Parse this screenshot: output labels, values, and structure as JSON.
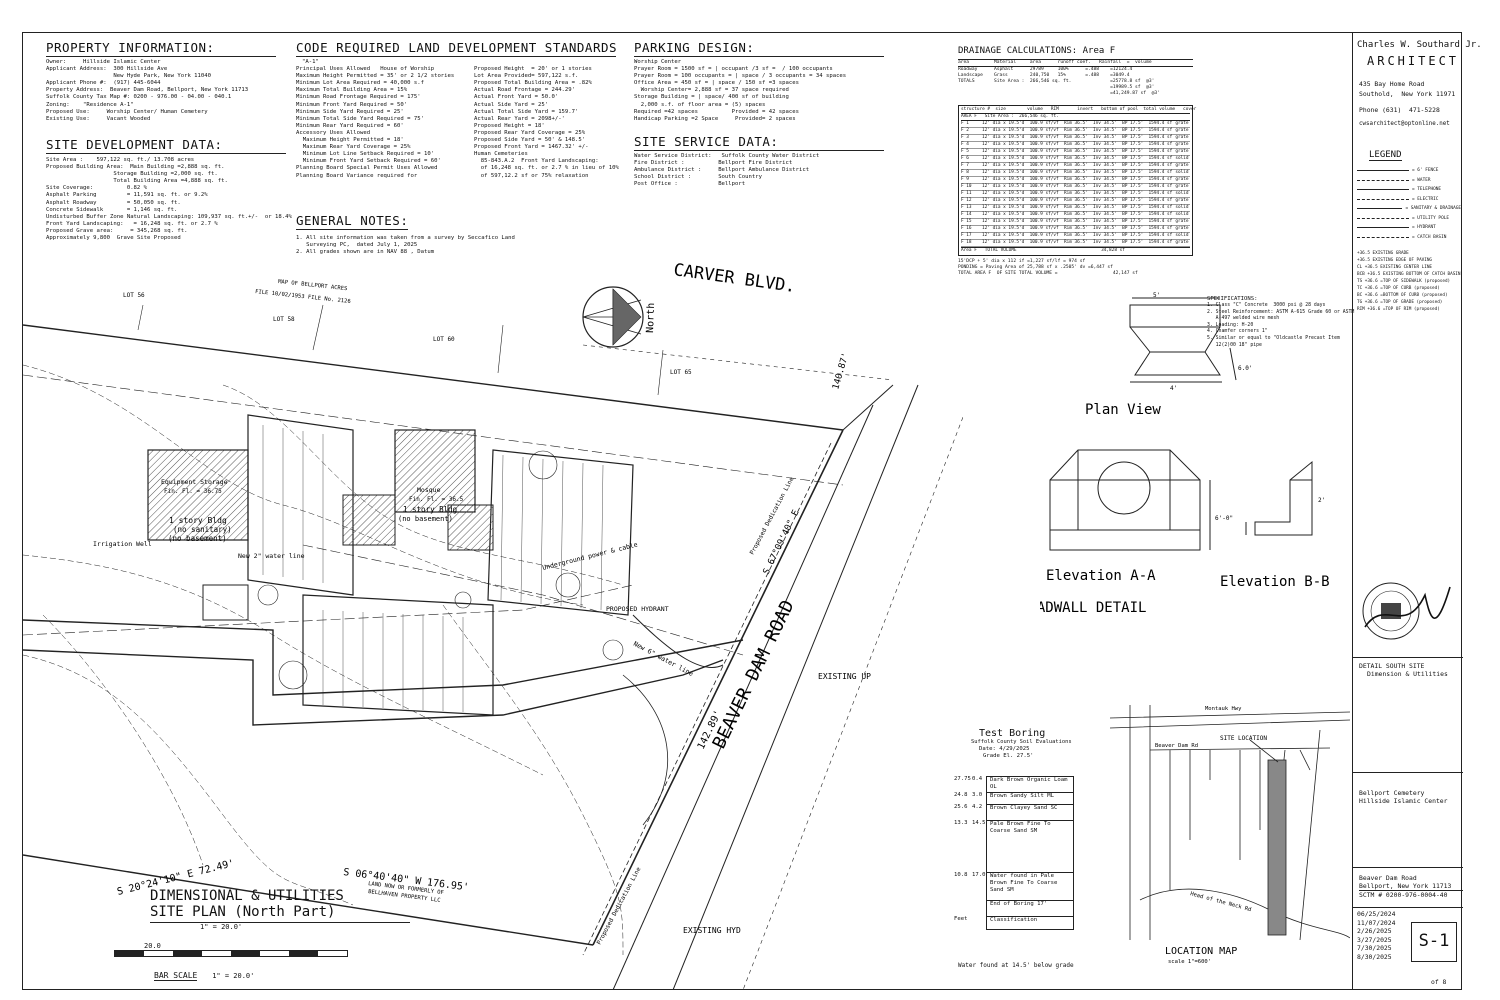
{
  "property": {
    "title": "PROPERTY INFORMATION:",
    "lines": [
      "Owner:     Hillside Islamic Center",
      "Applicant Address:  300 Hillside Ave",
      "                    New Hyde Park, New York 11040",
      "Applicant Phone #:  (917) 445-6044",
      "Property Address:  Beaver Dam Road, Bellport, New York 11713",
      "Suffolk County Tax Map #: 0200 - 976.00 - 04.00 - 040.1",
      "Zoning:    \"Residence A-1\"",
      "Proposed Use:     Worship Center/ Human Cemetery",
      "Existing Use:     Vacant Wooded"
    ]
  },
  "site_dev": {
    "title": "SITE DEVELOPMENT DATA:",
    "lines": [
      "Site Area :    597,122 sq. ft./ 13.708 acres",
      "Proposed Building Area:  Main Building =2,888 sq. ft.",
      "                    Storage Building =2,000 sq. ft.",
      "                    Total Building Area =4,888 sq. ft.",
      "Site Coverage:          0.82 %",
      "Asphalt Parking         = 11,591 sq. ft. or 9.2%",
      "Asphalt Roadway         = 50,050 sq. ft.",
      "Concrete Sidewalk       = 1,146 sq. ft.",
      "Undisturbed Buffer Zone Natural Landscaping: 109,937 sq. ft.+/-  or 18.4%",
      "Front Yard Landscaping:   = 16,248 sq. ft. or 2.7 %",
      "Proposed Grave area:     = 345,268 sq. ft.",
      "Approximately 9,800  Grave Site Proposed"
    ]
  },
  "code": {
    "title": "CODE REQUIRED LAND DEVELOPMENT STANDARDS",
    "zone": "\"A-1\"",
    "left": [
      "Principal Uses Allowed   House of Worship",
      "Maximum Height Permitted = 35' or 2 1/2 stories",
      "Minimum Lot Area Required = 40,000 s.f",
      "Maximum Total Building Area = 15%",
      "Minimum Road Frontage Required = 175'",
      "Minimum Front Yard Required = 50'",
      "Minimum Side Yard Required = 25'",
      "Minimum Total Side Yard Required = 75'",
      "Minimum Rear Yard Required = 60'",
      "Accessory Uses Allowed",
      "  Maximum Height Permitted = 18'",
      "  Maximum Rear Yard Coverage = 25%",
      "  Minimum Lot Line Setback Required = 10'",
      "  Minimum Front Yard Setback Required = 60'",
      "Planning Board Special Permit Uses Allowed",
      "Planning Board Variance required for"
    ],
    "right": [
      "",
      "Proposed Height  = 20' or 1 stories",
      "Lot Area Provided= 597,122 s.f.",
      "Proposed Total Building Area = .82%",
      "Actual Road Frontage = 244.29'",
      "Actual Front Yard = 50.0'",
      "Actual Side Yard = 25'",
      "Actual Total Side Yard = 159.7'",
      "Actual Rear Yard = 2098+/-'",
      "",
      "Proposed Height = 18'",
      "Proposed Rear Yard Coverage = 25%",
      "Proposed Side Yard = 50' & 148.5'",
      "Proposed Front Yard = 1467.32' +/-",
      "Human Cemeteries",
      "  85-843.A.2  Front Yard Landscaping:",
      "  of 16,248 sq. ft. or 2.7 % in lieu of 10%",
      "  of 597,12.2 sf or 75% relaxation"
    ]
  },
  "general": {
    "title": "GENERAL NOTES:",
    "lines": [
      "1. All site information was taken from a survey by Seccafico Land",
      "   Surveying PC,  dated July 1, 2025",
      "2. All grades shown are in NAV 88 , Datum"
    ]
  },
  "parking": {
    "title": "PARKING DESIGN:",
    "lines": [
      "Worship Center",
      "Prayer Room = 1500 sf = | occupant /3 sf =  / 100 occupants",
      "Prayer Room = 100 occupants = | space / 3 occupants = 34 spaces",
      "Office Area = 450 sf = | space / 150 sf =3 spaces",
      "  Worship Center= 2,888 sf = 37 space required",
      "Storage Building = | space/ 400 sf of building",
      "  2,000 s.f. of floor area = (5) spaces",
      "Required =42 spaces          Provided = 42 spaces",
      "Handicap Parking =2 Space     Provided= 2 spaces"
    ]
  },
  "service": {
    "title": "SITE SERVICE DATA:",
    "lines": [
      "Water Service District:   Suffolk County Water District",
      "Fire District :          Bellport Fire District",
      "Ambulance District :     Bellport Ambulance District",
      "School District :        South Country",
      "Post Office :            Bellport"
    ]
  },
  "drainage": {
    "title": "DRAINAGE CALCULATIONS: Area F",
    "head": "area         Material     area      runoff coef.   Rainfall  =  volume",
    "rows": [
      "Roadway      Asphalt      29789     100%      =.488    =12124.4",
      "Landscape    Grass        240,750   15%       =.488    =3049.4",
      "TOTALS       Site Area :  266,546 sq. ft.              =25778.8 sf  @3'",
      "                                                       =19989.5 sf  @3'",
      "                                                       =41,249.87 sf  @3'"
    ],
    "table_head": "structure #  size        volume   RIM       invert   bottom of pool  total volume   cover",
    "table_sub": "AREA F   Site Area :  266,546 sq. ft.",
    "structures": [
      "F 1",
      "F 2",
      "F 3",
      "F 4",
      "F 5",
      "F 6",
      "F 7",
      "F 8",
      "F 9",
      "F 10",
      "F 11",
      "F 12",
      "F 13",
      "F 14",
      "F 15",
      "F 16",
      "F 17",
      "F 18"
    ],
    "cell": "12' dia x 19.5'd  100.9 sf/vf  Rim 36.5'  Inv 34.5'  BP 17.5'  1594.4 sf",
    "covers": [
      "grate",
      "grate",
      "grate",
      "grate",
      "grate",
      "solid",
      "grate",
      "solid",
      "grate",
      "grate",
      "solid",
      "grate",
      "solid",
      "solid",
      "grate",
      "grate",
      "solid",
      "grate"
    ],
    "total": "Area F   TOTAL VOLUME                                34,828 sf",
    "footer": [
      "15'DCP + 5' dia x 112 if =1,227 sf/lf = 974 sf",
      "PONDING = Paving Area of 25,788 sf x .2505' dv =6,447 sf",
      "TOTAL AREA F  OF SITE TOTAL VOLUME =                    42,147 sf"
    ]
  },
  "specs": {
    "title": "SPECIFICATIONS:",
    "lines": [
      "1. Class \"C\" Concrete  3000 psi @ 28 days",
      "2. Steel Reinforcement: ASTM A-615 Grade 60 or ASTM",
      "   A-497 welded wire mesh",
      "3. Loading: H-20",
      "4. Chamfer corners 1\"",
      "5. Similar or equal to \"Oldcastle Precast Item",
      "   12(2)00 18\" pipe"
    ]
  },
  "headwall": {
    "plan": "Plan View",
    "elev_a": "Elevation A-A",
    "elev_b": "Elevation B-B",
    "title": "HEADWALL DETAIL",
    "dim_top": "5'",
    "dim_bottom": "4'",
    "dim_side": "6.0'",
    "dim_right": "2'",
    "dim_height": "6'-0\""
  },
  "legend": {
    "title": "LEGEND",
    "items": [
      "= 6' FENCE",
      "= WATER",
      "= TELEPHONE",
      "= ELECTRIC",
      "= SANITARY & DRAINAGE",
      "= UTILITY POLE",
      "= HYDRANT",
      "= CATCH BASIN"
    ],
    "grades": [
      "+36.5   EXISTING GRADE",
      "+36.5   EXISTING EDGE OF PAVING",
      "CL +36.5  EXISTING CENTER LINE",
      "BCB +36.5 EXISTING BOTTOM OF CATCH BASIN",
      "TS +36.6  =TOP OF SIDEWALK (proposed)",
      "TC +36.6  =TOP OF CURB (proposed)",
      "BC +36.6  =BOTTOM OF CURB (proposed)",
      "TG +36.6  =TOP OF GRADE (proposed)",
      "RIM +36.6 =TOP OF RIM (proposed)"
    ]
  },
  "architect": {
    "name": "Charles W. Southard Jr.",
    "title": "ARCHITECT",
    "address1": "435 Bay Home Road",
    "address2": "Southold,  New York 11971",
    "phone": "Phone (631)  471-5228",
    "email": "cwsarchitect@optonline.net"
  },
  "titleblock": {
    "detail1": "DETAIL SOUTH SITE",
    "detail2": "Dimension & Utilities",
    "proj1": "Bellport Cemetery",
    "proj2": "Hillside Islamic Center",
    "addr1": "Beaver Dam Road",
    "addr2": "Bellport, New York 11713",
    "sctm": "SCTM # 0200-976-0004-40",
    "dates": [
      "06/25/2024",
      "11/07/2024",
      "2/26/2025",
      "3/27/2025",
      "7/30/2025",
      "8/30/2025"
    ],
    "sheet": "S-1",
    "of": "of 8"
  },
  "plan": {
    "carver": "CARVER  BLVD.",
    "beaver": "BEAVER  DAM  ROAD",
    "north": "North",
    "map_note": "MAP OF BELLPORT ACRES",
    "file_note": "FILE 10/02/1953  FILE No. 2126",
    "lot56": "LOT 56",
    "lot58": "LOT 58",
    "lot60": "LOT 60",
    "lot65": "LOT 65",
    "equipment": "Equipment Storage",
    "equipment_ff": "Fin. Fl. = 36.75",
    "equipment_story": "1 story Bldg",
    "equipment_san": "(no sanitary)",
    "equipment_base": "(no basement)",
    "mosque": "Mosque",
    "mosque_ff": "Fin. Fl. = 36.5",
    "mosque_story": "1 story Bldg",
    "mosque_base": "(no basement)",
    "irrigation": "Irrigation Well",
    "underground": "Underground power & cable",
    "new_water": "New 2\" water line",
    "new_water2": "New 6\" water line",
    "hydrant": "PROPOSED HYDRANT",
    "ded_line": "Proposed Dedication Line",
    "existing_up": "EXISTING UP",
    "existing_hyd": "EXISTING HYD",
    "dim1": "S 06°40'40\" W  176.95'",
    "dim2": "S 20°24'10\" E  72.49'",
    "dim3": "142.89'",
    "dim4": "S 67°09'40\" E",
    "dim5": "140.87'",
    "owner_note": "LAND NOW OR FORMERLY OF",
    "owner_note2": "BELLHAVEN PROPERTY LLC",
    "site_plan_title": "DIMENSIONAL & UTILITIES",
    "site_plan_sub": "SITE PLAN (North Part)",
    "scale_note": "1\" = 20.0'",
    "bar_scale": "BAR SCALE",
    "bar_scale_val": "1\" = 20.0'",
    "bar_20": "20.0"
  },
  "boring": {
    "title": "Test Boring",
    "sub": "Suffolk County Soil Evaluations",
    "date": "Date: 4/29/2025",
    "grade": "Grade El. 27.5'",
    "layers": [
      "Dark Brown Organic Loam OL",
      "Brown Sandy Silt ML",
      "Brown Clayey Sand SC",
      "Pale Brown Fine To Coarse Sand SM",
      "Water found in Pale Brown Fine To Coarse Sand SM",
      "End of Boring 17'"
    ],
    "elevs": [
      "27.75",
      "24.8",
      "25.6",
      "13.3",
      "10.8"
    ],
    "depths": [
      "0.4",
      "3.0",
      "4.2",
      "14.5",
      "17.0"
    ],
    "classification": "Classification",
    "feet": "Feet",
    "note": "Water found at 14.5' below grade"
  },
  "location": {
    "title": "LOCATION  MAP",
    "scale": "scale 1\"=600'",
    "site": "SITE LOCATION",
    "road1": "Montauk Hwy",
    "road2": "Beaver Dam Rd",
    "road3": "Head of the Neck Rd"
  }
}
